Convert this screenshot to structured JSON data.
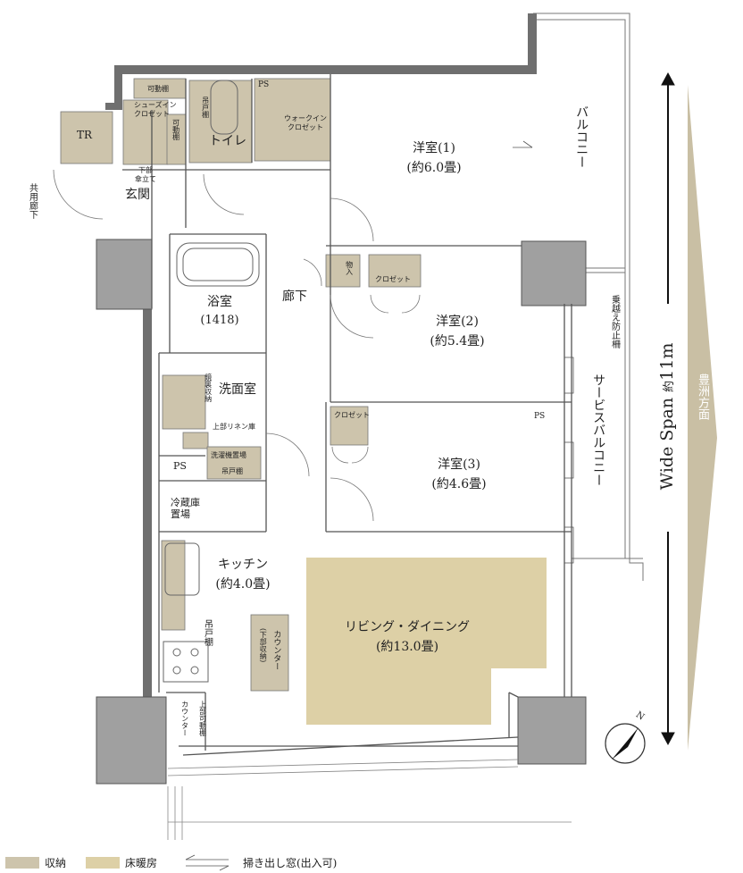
{
  "rooms": {
    "western1": {
      "name": "洋室(1)",
      "size": "(約6.0畳)"
    },
    "western2": {
      "name": "洋室(2)",
      "size": "(約5.4畳)"
    },
    "western3": {
      "name": "洋室(3)",
      "size": "(約4.6畳)"
    },
    "kitchen": {
      "name": "キッチン",
      "size": "(約4.0畳)"
    },
    "living": {
      "name": "リビング・ダイニング",
      "size": "(約13.0畳)"
    },
    "bath": {
      "name": "浴室",
      "size": "(1418)"
    },
    "toilet": "トイレ",
    "entrance": "玄関",
    "corridor": "廊下",
    "washroom": "洗面室"
  },
  "labels": {
    "movable_shelf": "可動棚",
    "shoes_closet": "シューズイン\nクロゼット",
    "movable_shelf_v": "可動棚",
    "umbrella": "下部\n傘立て",
    "hanging_shelf_toilet": "吊戸棚",
    "ps_top": "PS",
    "walkin": "ウォークイン\nクロゼット",
    "tr": "TR",
    "common_corridor": "共用廊下",
    "storage": "物入",
    "closet2": "クロゼット",
    "closet3": "クロゼット",
    "mirror": "鏡裏収納",
    "linen": "上部リネン庫",
    "washer": "洗濯機置場",
    "hanging_shelf_wash": "吊戸棚",
    "ps_wash": "PS",
    "fridge": "冷蔵庫\n置場",
    "hanging_shelf_kitchen": "吊戸棚",
    "counter": "カウンター",
    "counter_sub": "(下部収納)",
    "counter_small": "カウンター",
    "upper_shelf": "上部可動棚",
    "ps_service": "PS",
    "balcony": "バルコニー",
    "service_balcony": "サービスバルコニー",
    "fall_rail": "乗越え防止柵",
    "wide_span_text": "Wide Span",
    "wide_span_approx": "約",
    "wide_span_value": "11m",
    "toyosu": "豊洲方面",
    "north": "N"
  },
  "legend": {
    "storage": "収納",
    "floor_heating": "床暖房",
    "window": "掃き出し窓(出入可)"
  },
  "colors": {
    "storage": "#cdc4ac",
    "floor_heating": "#ddd0a6",
    "column": "#a0a0a0",
    "wall": "#6f6f6f",
    "line": "#555555",
    "arrow": "#c9bfa4"
  }
}
